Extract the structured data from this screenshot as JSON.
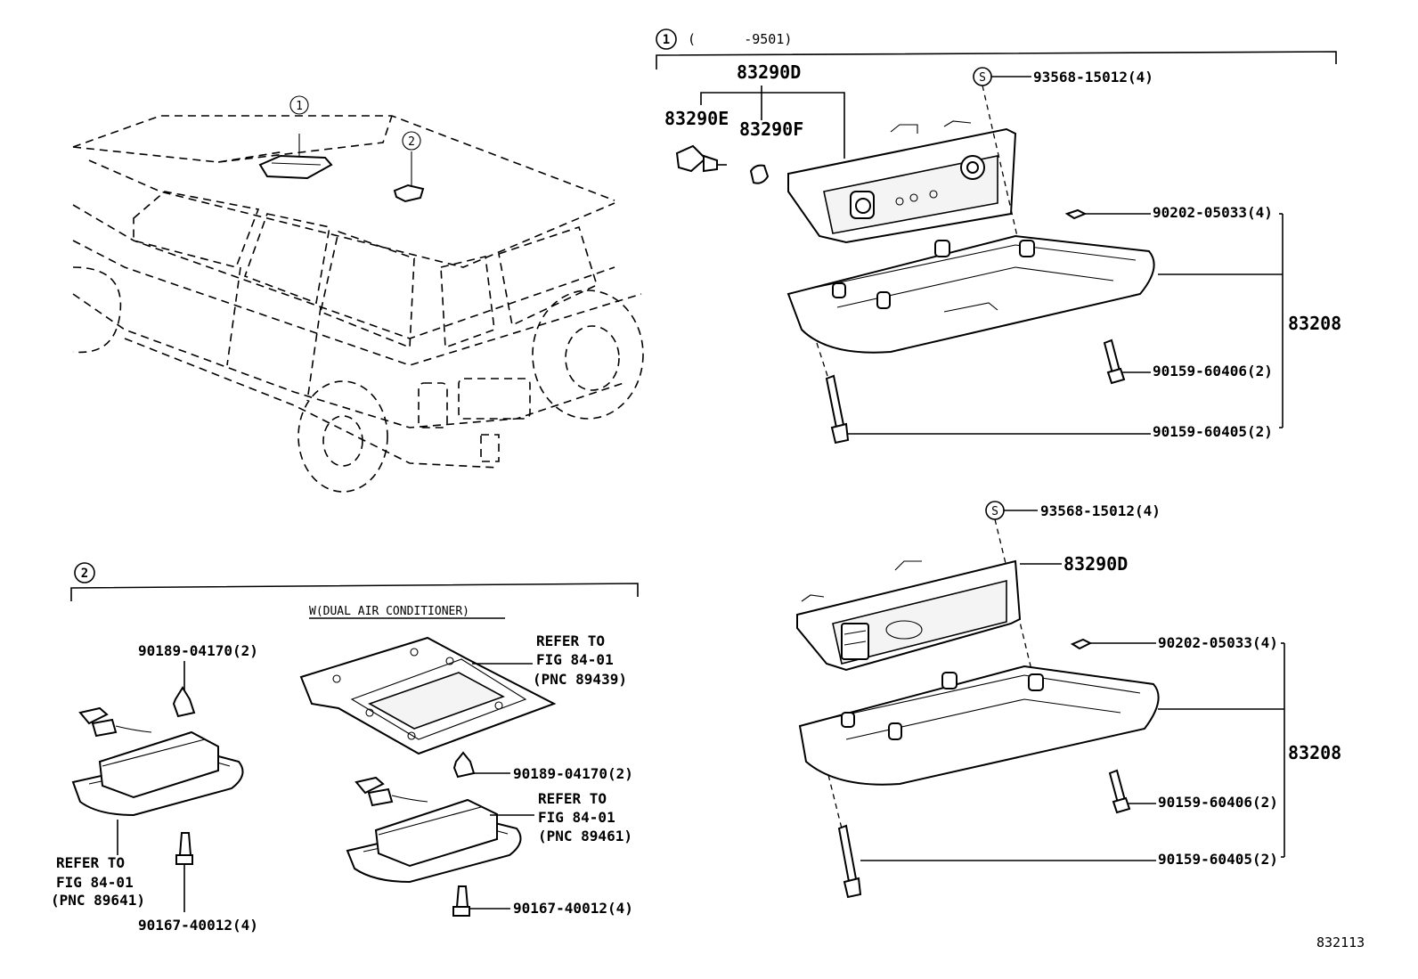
{
  "vehicle": {
    "marker_1": "1",
    "marker_2": "2"
  },
  "section_1": {
    "marker": "1",
    "range": "(      -9501)",
    "labels": {
      "bulb_group": "83290D",
      "bulb_e": "83290E",
      "bulb_f": "83290F",
      "screw_s": "93568-15012(4)",
      "s_symbol": "S",
      "clip": "90202-05033(4)",
      "assembly": "83208",
      "screw_a": "90159-60406(2)",
      "screw_b": "90159-60405(2)"
    }
  },
  "section_1b": {
    "labels": {
      "s_symbol": "S",
      "screw_s": "93568-15012(4)",
      "lamp": "83290D",
      "clip": "90202-05033(4)",
      "assembly": "83208",
      "screw_a": "90159-60406(2)",
      "screw_b": "90159-60405(2)"
    }
  },
  "section_2": {
    "marker": "2",
    "condition": "W(DUAL AIR CONDITIONER)",
    "left": {
      "clip": "90189-04170(2)",
      "refer_1": "REFER TO",
      "refer_2": "FIG 84-01",
      "refer_3": "(PNC 89641)",
      "screw": "90167-40012(4)"
    },
    "plate": {
      "refer_1": "REFER TO",
      "refer_2": "FIG 84-01",
      "refer_3": "(PNC 89439)"
    },
    "right": {
      "clip": "90189-04170(2)",
      "refer_1": "REFER TO",
      "refer_2": "FIG 84-01",
      "refer_3": "(PNC 89461)",
      "screw": "90167-40012(4)"
    }
  },
  "figure_number": "832113"
}
